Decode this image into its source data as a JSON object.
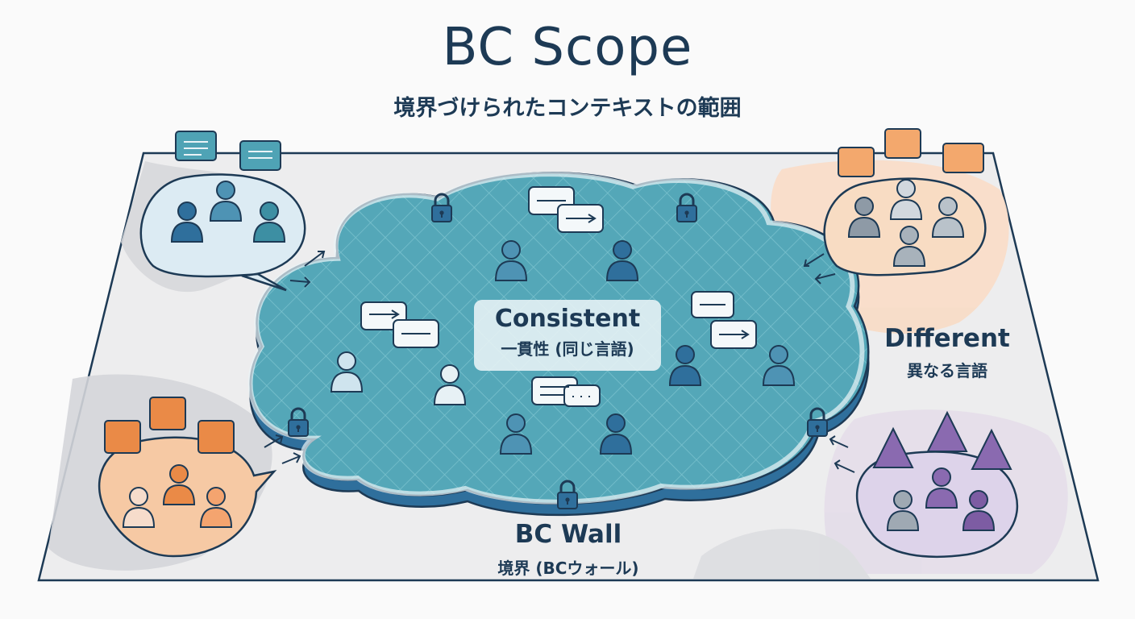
{
  "header": {
    "title": "BC Scope",
    "subtitle": "境界づけられたコンテキストの範囲"
  },
  "center": {
    "label": "Consistent",
    "sublabel": "一貫性 (同じ言語)"
  },
  "outside": {
    "label": "Different",
    "sublabel": "異なる言語"
  },
  "boundary": {
    "label": "BC Wall",
    "sublabel": "境界 (BCウォール)"
  },
  "colors": {
    "navy": "#1d3a55",
    "teal_inner": "#4fa3b5",
    "wall_blue": "#2f6f9c",
    "group_blue": "#dcebf3",
    "group_orange": "#f9d6b8",
    "group_peach": "#f8dcc3",
    "group_purple": "#ddd3ea"
  },
  "icons": [
    "lock-icon",
    "speech-bubble-icon",
    "headset-person-icon",
    "arrow-icon"
  ]
}
